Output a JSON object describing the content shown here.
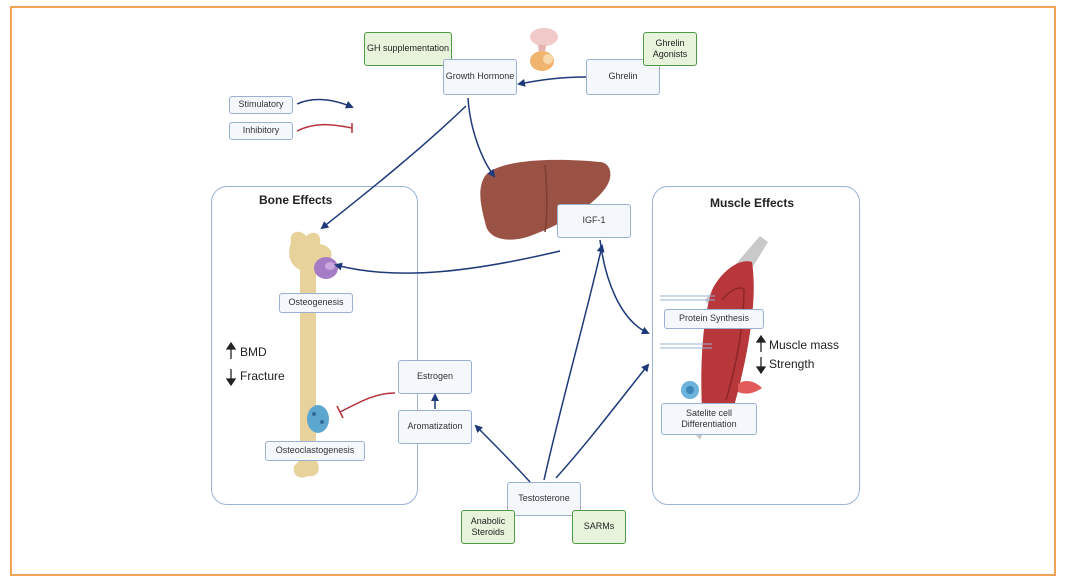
{
  "panels": {
    "bone_title": "Bone Effects",
    "muscle_title": "Muscle Effects"
  },
  "legend": {
    "stimulatory": "Stimulatory",
    "inhibitory": "Inhibitory",
    "stimulatory_color": "#1e3a78",
    "inhibitory_color": "#b5303a"
  },
  "nodes": {
    "gh_supplementation": "GH supplementation",
    "growth_hormone": "Growth Hormone",
    "ghrelin": "Ghrelin",
    "ghrelin_agonists": "Ghrelin Agonists",
    "igf1": "IGF-1",
    "osteogenesis": "Osteogenesis",
    "osteoclastogenesis": "Osteoclastogenesis",
    "estrogen": "Estrogen",
    "aromatization": "Aromatization",
    "testosterone": "Testosterone",
    "anabolic_steroids": "Anabolic Steroids",
    "sarms": "SARMs",
    "protein_synthesis": "Protein Synthesis",
    "satellite_cell": "Satelite cell Differentiation"
  },
  "effects": {
    "bmd": "BMD",
    "fracture": "Fracture",
    "muscle_mass": "Muscle mass",
    "strength": "Strength"
  },
  "colors": {
    "frame": "#f0a255",
    "panel_border": "#9bb3d4",
    "node_fill": "#f4f7fc",
    "drug_fill": "#e8f3dc",
    "drug_border": "#4f9a45",
    "liver": "#9a5244",
    "bone": "#e8d29c",
    "muscle": "#b7373a"
  }
}
